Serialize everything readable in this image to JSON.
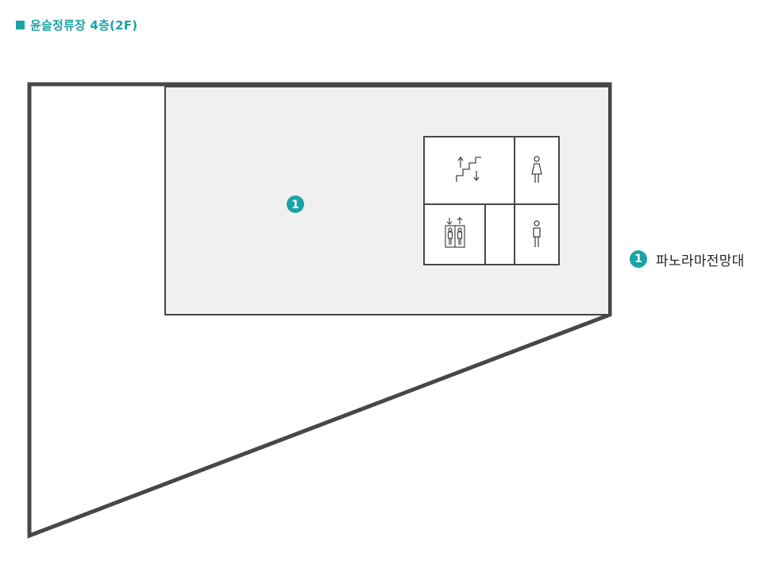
{
  "header": {
    "title": "윤슬정류장 4층(2F)"
  },
  "map": {
    "zone_marker": "1"
  },
  "legend": {
    "items": [
      {
        "number": "1",
        "label": "파노라마전망대"
      }
    ]
  },
  "icons": {
    "title_marker": "square-icon",
    "stairs": "stairs-icon",
    "elevator": "elevator-icon",
    "restroom_female": "female-restroom-icon",
    "restroom_male": "male-restroom-icon"
  },
  "colors": {
    "accent": "#1aa3a6",
    "wall": "#474747",
    "floor_fill": "#f0f0f0",
    "text": "#222222"
  }
}
